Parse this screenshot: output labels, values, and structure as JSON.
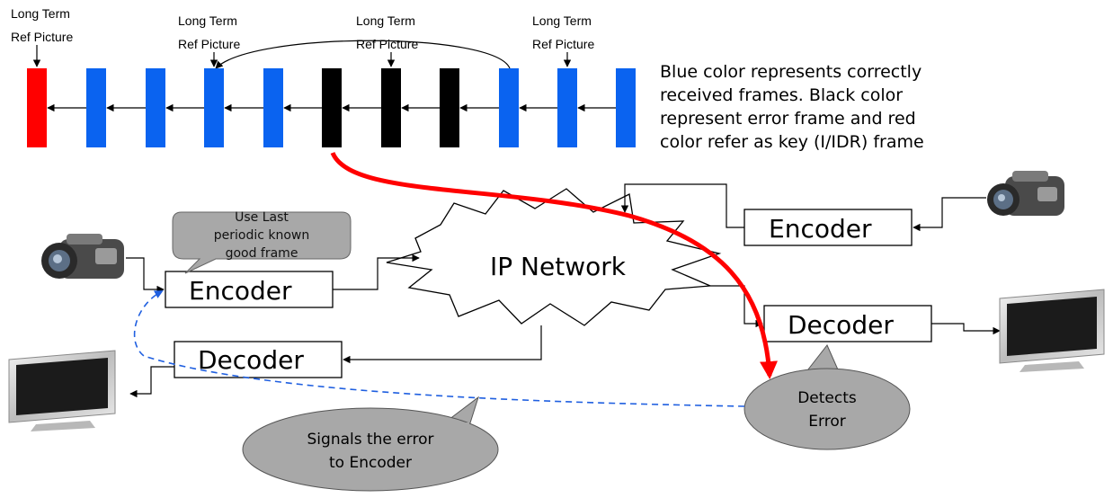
{
  "labels": {
    "long_term_ref_line1": "Long Term",
    "long_term_ref_line2": "Ref Picture"
  },
  "legend": {
    "line1": "Blue color represents correctly",
    "line2": "received frames. Black color",
    "line3": "represent error frame and red",
    "line4": "color refer as key (I/IDR) frame"
  },
  "frames": [
    {
      "state": "key"
    },
    {
      "state": "ok"
    },
    {
      "state": "ok"
    },
    {
      "state": "ok"
    },
    {
      "state": "ok"
    },
    {
      "state": "error"
    },
    {
      "state": "error"
    },
    {
      "state": "error"
    },
    {
      "state": "ok"
    },
    {
      "state": "ok"
    },
    {
      "state": "ok"
    }
  ],
  "colors": {
    "ok": "#0a63f0",
    "error": "#000000",
    "key": "#ff0000",
    "error_path": "#ff0000",
    "feedback": "#1f5fe0",
    "bubble_fill": "#9e9e9e"
  },
  "components": {
    "encoder_left": "Encoder",
    "encoder_right": "Encoder",
    "decoder_left": "Decoder",
    "decoder_right": "Decoder",
    "network": "IP Network"
  },
  "bubbles": {
    "use_last": {
      "line1": "Use Last",
      "line2": "periodic known",
      "line3": "good frame"
    },
    "detects": {
      "line1": "Detects",
      "line2": "Error"
    },
    "signals": {
      "line1": "Signals the error",
      "line2": "to Encoder"
    }
  },
  "icons": {
    "camera": "camera-icon",
    "monitor": "monitor-icon"
  }
}
